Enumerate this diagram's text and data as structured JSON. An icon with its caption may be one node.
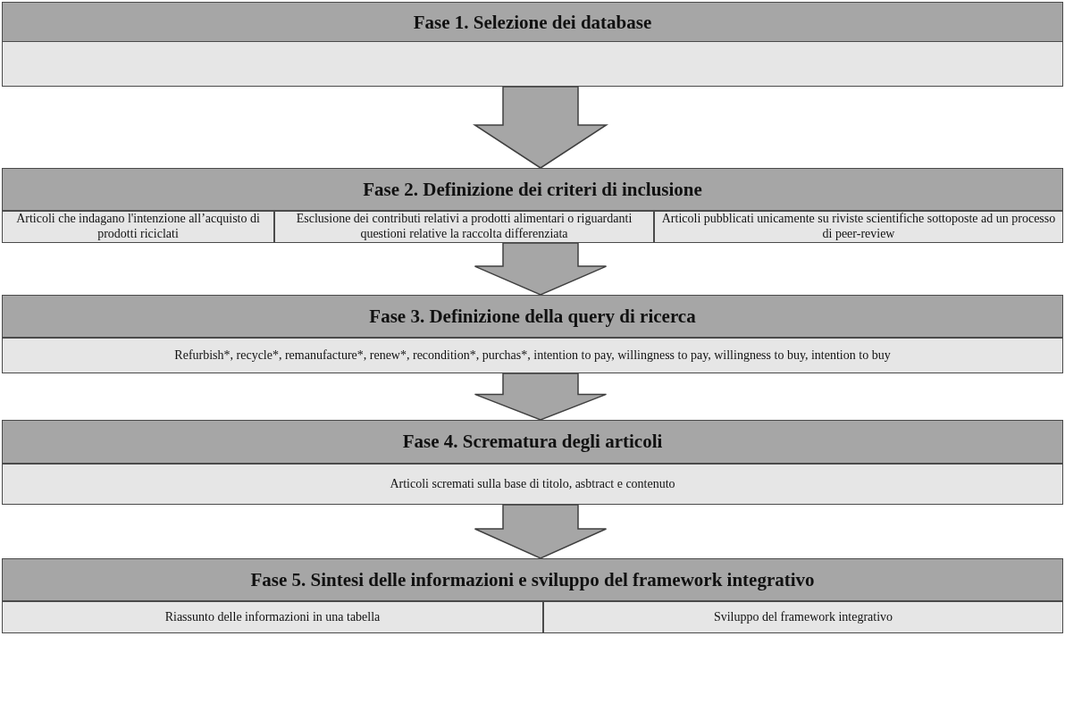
{
  "diagram": {
    "nodes": [
      {
        "text": [
          "Fase 1. Selezione dei database"
        ]
      },
      {
        "text": [],
        "shape": "box"
      },
      {
        "text": [
          "Fase 2. Definizione dei criteri di inclusione"
        ]
      },
      {
        "text": [
          "Articoli che indagano l'intenzione all’acquisto di prodotti riciclati"
        ]
      },
      {
        "text": [
          "Esclusione dei contributi relativi a prodotti alimentari o riguardanti questioni relative la raccolta differenziata"
        ]
      },
      {
        "text": [
          "Articoli pubblicati unicamente su riviste scientifiche sottoposte ad un processo di peer-review"
        ]
      },
      {
        "text": [
          "Fase 3. Definizione della query di ricerca"
        ]
      },
      {
        "text": [
          "Refurbish*, recycle*, remanufacture*, renew*, recondition*, purchas*, intention to pay, willingness to pay, willingness to buy, intention to buy"
        ]
      },
      {
        "text": [
          "Fase 4. Scrematura degli articoli"
        ]
      },
      {
        "text": [
          "Articoli scremati sulla base di titolo, asbtract e contenuto"
        ]
      },
      {
        "text": [
          "Fase 5. Sintesi delle informazioni e sviluppo del framework integrativo"
        ]
      },
      {
        "text": [
          "Riassunto delle informazioni in una tabella"
        ]
      },
      {
        "text": [
          "Sviluppo del framework integrativo"
        ]
      }
    ],
    "edges": [
      {
        "from": 1,
        "to": 2,
        "arrow": "to",
        "style": "thick"
      },
      {
        "from": 4,
        "to": 6,
        "arrow": "to",
        "style": "thick"
      },
      {
        "from": 7,
        "to": 8,
        "arrow": "to",
        "style": "thick"
      },
      {
        "from": 9,
        "to": 10,
        "arrow": "to",
        "style": "thick"
      }
    ]
  }
}
